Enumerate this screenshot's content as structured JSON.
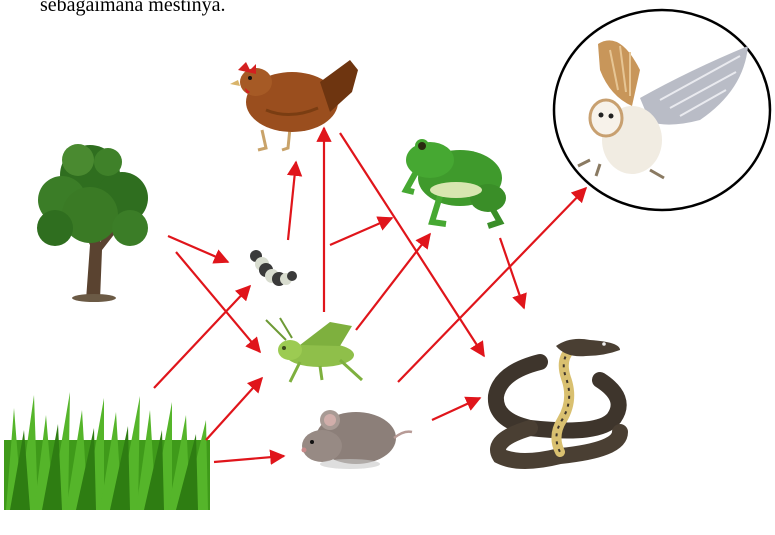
{
  "caption": "sebagaimana mestinya.",
  "organisms": [
    {
      "id": "tree",
      "name": "pohon"
    },
    {
      "id": "grass",
      "name": "rumput"
    },
    {
      "id": "caterpillar",
      "name": "ulat"
    },
    {
      "id": "grasshopper",
      "name": "belalang"
    },
    {
      "id": "mouse",
      "name": "tikus"
    },
    {
      "id": "chicken",
      "name": "ayam"
    },
    {
      "id": "frog",
      "name": "katak"
    },
    {
      "id": "snake",
      "name": "ular"
    },
    {
      "id": "owl",
      "name": "burung hantu"
    }
  ],
  "arrows": [
    {
      "from": "tree",
      "to": "caterpillar"
    },
    {
      "from": "tree",
      "to": "grasshopper"
    },
    {
      "from": "grass",
      "to": "caterpillar"
    },
    {
      "from": "grass",
      "to": "grasshopper"
    },
    {
      "from": "grass",
      "to": "mouse"
    },
    {
      "from": "caterpillar",
      "to": "chicken"
    },
    {
      "from": "caterpillar",
      "to": "frog"
    },
    {
      "from": "grasshopper",
      "to": "chicken"
    },
    {
      "from": "grasshopper",
      "to": "frog"
    },
    {
      "from": "chicken",
      "to": "snake"
    },
    {
      "from": "frog",
      "to": "snake"
    },
    {
      "from": "mouse",
      "to": "snake"
    },
    {
      "from": "mouse",
      "to": "owl"
    }
  ],
  "colors": {
    "arrow": "#e0151b",
    "owl_ring": "#000000"
  }
}
